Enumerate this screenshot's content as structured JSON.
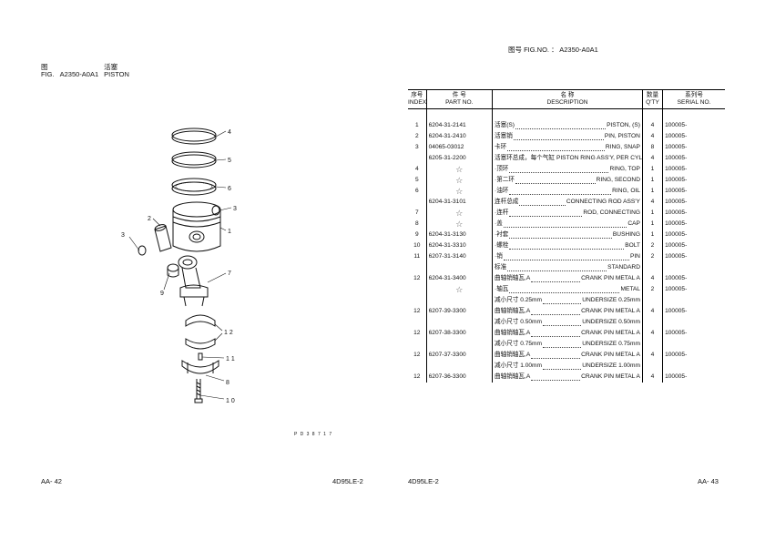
{
  "left_header": {
    "fig_label_cn": "图",
    "fig_label_en": "FIG.",
    "fig_code": "A2350-A0A1",
    "title_cn": "活塞",
    "title_en": "PISTON"
  },
  "right_header": {
    "fig_no_text": "图号  FIG.NO. ： A2350-A0A1"
  },
  "table": {
    "headers": {
      "index_cn": "序号",
      "index_en": "INDEX",
      "part_cn": "件    号",
      "part_en": "PART NO.",
      "desc_cn": "名        称",
      "desc_en": "DESCRIPTION",
      "qty_cn": "数量",
      "qty_en": "Q'TY",
      "serial_cn": "系列号",
      "serial_en": "SERIAL NO."
    },
    "rows": [
      {
        "index": "1",
        "part": "6204-31-2141",
        "desc_cn": "活塞(S)",
        "desc_en": "PISTON, (S)",
        "qty": "4",
        "serial": "100005-"
      },
      {
        "index": "2",
        "part": "6204-31-2410",
        "desc_cn": "活塞销",
        "desc_en": "PIN, PISTON",
        "qty": "4",
        "serial": "100005-"
      },
      {
        "index": "3",
        "part": "04065-03012",
        "desc_cn": "卡环",
        "desc_en": "RING, SNAP",
        "qty": "8",
        "serial": "100005-"
      },
      {
        "index": "",
        "part": "6205-31-2200",
        "desc_cn": "活塞环总成，每个气缸",
        "desc_en": "PISTON RING ASS'Y, PER CYLINDER",
        "qty": "4",
        "serial": "100005-"
      },
      {
        "index": "4",
        "part": "☆",
        "desc_cn": "·顶环",
        "desc_en": "RING, TOP",
        "qty": "1",
        "serial": "100005-"
      },
      {
        "index": "5",
        "part": "☆",
        "desc_cn": "·第二环",
        "desc_en": "RING, SECOND",
        "qty": "1",
        "serial": "100005-"
      },
      {
        "index": "6",
        "part": "☆",
        "desc_cn": "·油环",
        "desc_en": "RING, OIL",
        "qty": "1",
        "serial": "100005-"
      },
      {
        "index": "",
        "part": "6204-31-3101",
        "desc_cn": "连杆总成",
        "desc_en": "CONNECTING ROD ASS'Y",
        "qty": "4",
        "serial": "100005-"
      },
      {
        "index": "7",
        "part": "☆",
        "desc_cn": "·连杆",
        "desc_en": "ROD, CONNECTING",
        "qty": "1",
        "serial": "100005-"
      },
      {
        "index": "8",
        "part": "☆",
        "desc_cn": "·盖",
        "desc_en": "CAP",
        "qty": "1",
        "serial": "100005-"
      },
      {
        "index": "9",
        "part": "6204-31-3130",
        "desc_cn": "·衬套",
        "desc_en": "BUSHING",
        "qty": "1",
        "serial": "100005-"
      },
      {
        "index": "10",
        "part": "6204-31-3310",
        "desc_cn": "·螺栓",
        "desc_en": "BOLT",
        "qty": "2",
        "serial": "100005-"
      },
      {
        "index": "11",
        "part": "6207-31-3140",
        "desc_cn": "·销",
        "desc_en": "PIN",
        "qty": "2",
        "serial": "100005-"
      },
      {
        "index": "",
        "part": "",
        "desc_cn": "标准",
        "desc_en": "STANDARD",
        "qty": "",
        "serial": ""
      },
      {
        "index": "12",
        "part": "6204-31-3400",
        "desc_cn": "曲轴销轴瓦,A",
        "desc_en": "CRANK PIN METAL A",
        "qty": "4",
        "serial": "100005-"
      },
      {
        "index": "",
        "part": "☆",
        "desc_cn": "·轴瓦",
        "desc_en": "METAL",
        "qty": "2",
        "serial": "100005-"
      },
      {
        "index": "",
        "part": "",
        "desc_cn": "减小尺寸 0.25mm",
        "desc_en": "UNDERSIZE 0.25mm",
        "qty": "",
        "serial": ""
      },
      {
        "index": "12",
        "part": "6207-39-3300",
        "desc_cn": "曲轴销轴瓦,A",
        "desc_en": "CRANK PIN METAL A",
        "qty": "4",
        "serial": "100005-"
      },
      {
        "index": "",
        "part": "",
        "desc_cn": "减小尺寸 0.50mm",
        "desc_en": "UNDERSIZE 0.50mm",
        "qty": "",
        "serial": ""
      },
      {
        "index": "12",
        "part": "6207-38-3300",
        "desc_cn": "曲轴销轴瓦,A",
        "desc_en": "CRANK PIN METAL A",
        "qty": "4",
        "serial": "100005-"
      },
      {
        "index": "",
        "part": "",
        "desc_cn": "减小尺寸 0.75mm",
        "desc_en": "UNDERSIZE 0.75mm",
        "qty": "",
        "serial": ""
      },
      {
        "index": "12",
        "part": "6207-37-3300",
        "desc_cn": "曲轴销轴瓦,A",
        "desc_en": "CRANK PIN METAL A",
        "qty": "4",
        "serial": "100005-"
      },
      {
        "index": "",
        "part": "",
        "desc_cn": "减小尺寸 1.00mm",
        "desc_en": "UNDERSIZE 1.00mm",
        "qty": "",
        "serial": ""
      },
      {
        "index": "12",
        "part": "6207-36-3300",
        "desc_cn": "曲轴销轴瓦,A",
        "desc_en": "CRANK PIN METAL A",
        "qty": "4",
        "serial": "100005-"
      }
    ]
  },
  "diagram": {
    "callouts": [
      "4",
      "5",
      "6",
      "3",
      "1",
      "2",
      "3",
      "7",
      "9",
      "1 2",
      "1 1",
      "8",
      "1 0"
    ],
    "drawing_code": "P D 3 8 7 1 7"
  },
  "footer": {
    "left_page": "AA- 42",
    "left_model": "4D95LE-2",
    "right_model": "4D95LE-2",
    "right_page": "AA- 43"
  }
}
